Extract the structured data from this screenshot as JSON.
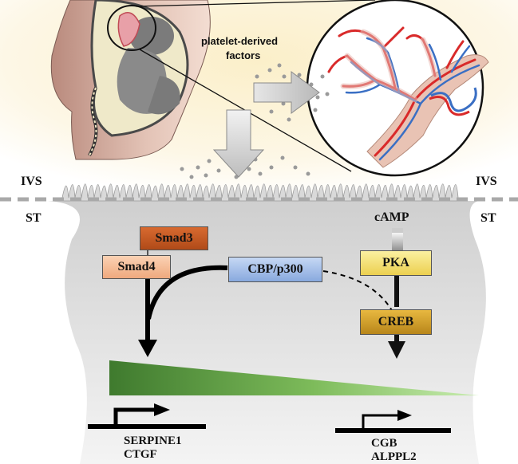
{
  "labels": {
    "platelet_factors_line1": "platelet-derived",
    "platelet_factors_line2": "factors",
    "ivs_left": "IVS",
    "ivs_right": "IVS",
    "st_left": "ST",
    "st_right": "ST",
    "camp": "cAMP"
  },
  "boxes": {
    "smad3": "Smad3",
    "smad4": "Smad4",
    "cbp": "CBP/p300",
    "pka": "PKA",
    "creb": "CREB"
  },
  "genes": {
    "left_line1": "SERPINE1",
    "left_line2": "CTGF",
    "right_line1": "CGB",
    "right_line2": "ALPPL2"
  },
  "colors": {
    "smad3": "#c0561f",
    "smad4": "#f4b890",
    "cbp": "#9ab8e8",
    "pka": "#f5e070",
    "creb": "#c8961c",
    "gradient_dark": "#3f7a2e",
    "gradient_light": "#a8d88a",
    "vessel_red": "#d92a2a",
    "vessel_blue": "#3a6fc4"
  }
}
